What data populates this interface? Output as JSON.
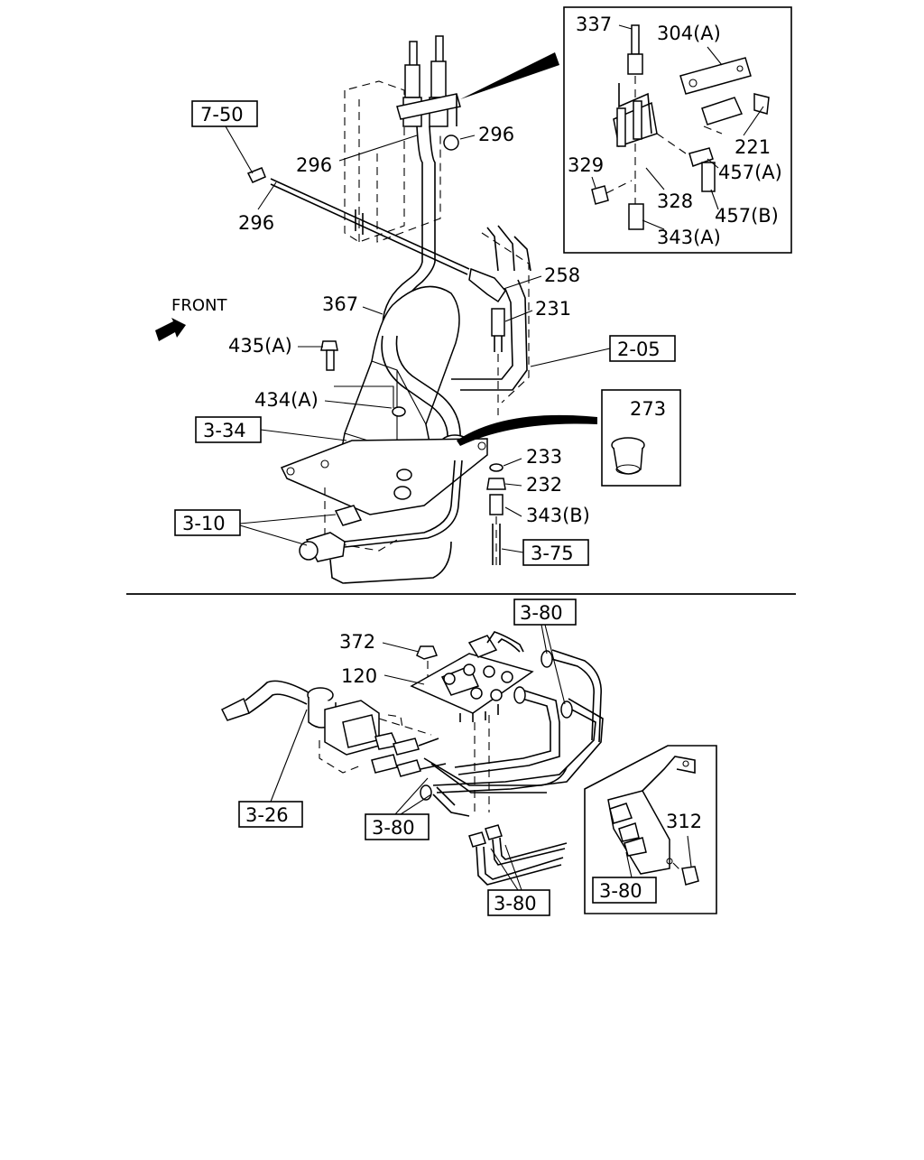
{
  "diagram": {
    "front_label": "FRONT",
    "upper": {
      "part_labels": {
        "p337": "337",
        "p304a": "304(A)",
        "p221": "221",
        "p329": "329",
        "p457a": "457(A)",
        "p328": "328",
        "p457b": "457(B)",
        "p343a": "343(A)",
        "p296_right": "296",
        "p296_mid": "296",
        "p296_left": "296",
        "p258": "258",
        "p367": "367",
        "p231": "231",
        "p435a": "435(A)",
        "p434a": "434(A)",
        "p273": "273",
        "p233": "233",
        "p232": "232",
        "p343b": "343(B)"
      },
      "ref_boxes": {
        "r750": "7-50",
        "r205": "2-05",
        "r334": "3-34",
        "r310": "3-10",
        "r375": "3-75"
      }
    },
    "lower": {
      "part_labels": {
        "p372": "372",
        "p120": "120",
        "p312": "312"
      },
      "ref_boxes": {
        "r380_top": "3-80",
        "r326": "3-26",
        "r380_left": "3-80",
        "r380_bottom": "3-80",
        "r380_inset": "3-80"
      }
    }
  }
}
